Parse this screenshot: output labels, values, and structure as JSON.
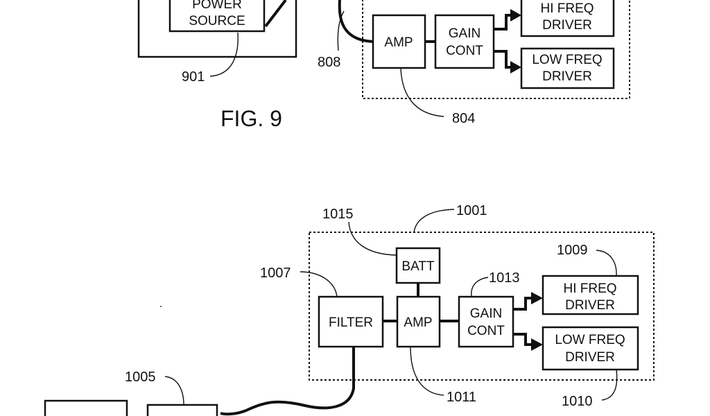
{
  "fig9": {
    "power_source": [
      "POWER",
      "SOURCE"
    ],
    "amp": "AMP",
    "gain_cont": [
      "GAIN",
      "CONT"
    ],
    "hi_freq": [
      "HI FREQ",
      "DRIVER"
    ],
    "low_freq": [
      "LOW FREQ",
      "DRIVER"
    ],
    "refs": {
      "r901": "901",
      "r808": "808",
      "r804": "804"
    },
    "caption": "FIG. 9"
  },
  "fig10": {
    "batt": "BATT",
    "filter": "FILTER",
    "amp": "AMP",
    "gain_cont": [
      "GAIN",
      "CONT"
    ],
    "hi_freq": [
      "HI FREQ",
      "DRIVER"
    ],
    "low_freq": [
      "LOW FREQ",
      "DRIVER"
    ],
    "refs": {
      "r1001": "1001",
      "r1015": "1015",
      "r1007": "1007",
      "r1013": "1013",
      "r1009": "1009",
      "r1011": "1011",
      "r1010": "1010",
      "r1005": "1005"
    }
  },
  "colors": {
    "ink": "#111111",
    "background": "#ffffff"
  }
}
